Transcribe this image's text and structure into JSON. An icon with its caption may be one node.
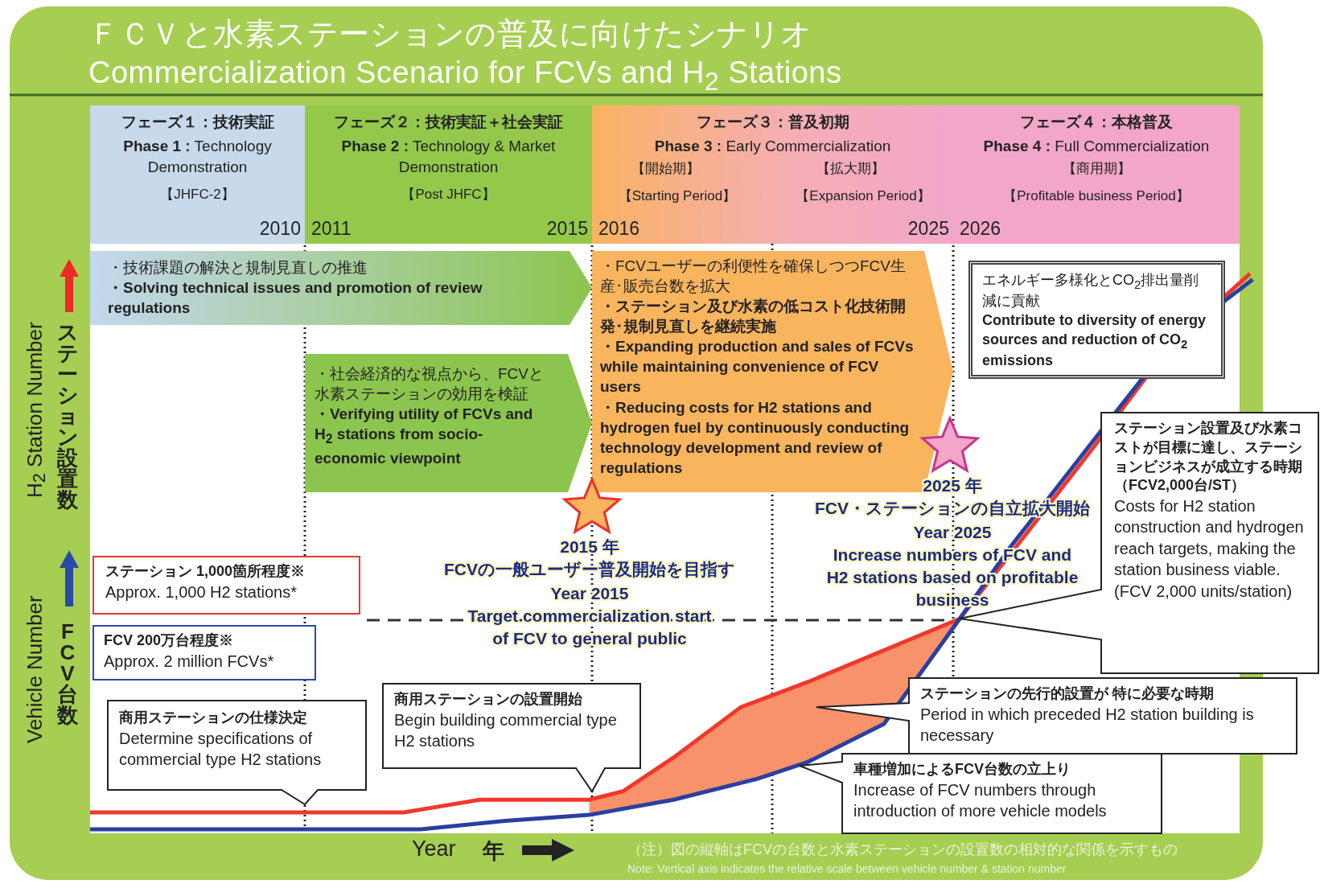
{
  "diagram": {
    "title": "ＦＣＶと水素ステーションの普及に向けたシナリオ Commercialization Scenario for FCVs and H$_{2}$ Stations",
    "nodes": [
      {
        "text": [
          "フェーズ１：技術実証",
          "**Phase 1 :** Technology Demonstration",
          "【JHFC-2】",
          "2010"
        ]
      },
      {
        "text": [
          "フェーズ２：技術実証＋社会実証",
          "**Phase 2 :** Technology & Market Demonstration",
          "【Post JHFC】",
          "2011",
          "2015"
        ]
      },
      {
        "text": [
          "フェーズ３：普及初期",
          "**Phase 3 :** Early Commercialization",
          "【開始期】",
          "【拡大期】",
          "【Starting Period】",
          "【Expansion Period】",
          "2016",
          "2025"
        ]
      },
      {
        "text": [
          "フェーズ４：本格普及",
          "**Phase 4 :** Full Commercialization",
          "【商用期】",
          "【Profitable business Period】",
          "2026"
        ]
      },
      {
        "text": [
          "・技術課題の解決と規制見直しの推進",
          "・Solving technical issues and promotion of review regulations"
        ]
      },
      {
        "text": [
          "・社会経済的な視点から、FCVと水素ステーションの効用を検証",
          "・Verifying utility of FCVs and H$_{2}$ stations from socio-economic viewpoint"
        ]
      },
      {
        "text": [
          "・FCVユーザーの利便性を確保しつつFCV生産･販売台数を拡大",
          "・ステーション及び水素の低コスト化技術開発･規制見直しを継続実施",
          "・Expanding production and sales of FCVs while maintaining convenience of FCV users",
          "・Reducing costs for H2 stations and hydrogen fuel by continuously conducting technology development and review of regulations"
        ]
      },
      {
        "text": [
          "エネルギー多様化とCO$_{2}$排出量削減に貢献",
          "Contribute to diversity of energy sources and reduction of CO$_{2}$ emissions"
        ]
      },
      {
        "text": [
          "ステーション 1,000箇所程度※",
          "Approx. 1,000 H2 stations*"
        ]
      },
      {
        "text": [
          "FCV 200万台程度※",
          "Approx. 2 million FCVs*"
        ]
      },
      {
        "text": [
          "商用ステーションの仕様決定",
          "Determine specifications of commercial type H2 stations"
        ]
      },
      {
        "text": [
          "商用ステーションの設置開始",
          "Begin building commercial type H2 stations"
        ]
      },
      {
        "text": [
          "ステーション設置及び水素コストが目標に達し、ステーションビジネスが成立する時期",
          "（FCV2,000台/ST）",
          "Costs for H2 station construction and hydrogen reach targets, making the station business viable.",
          "(FCV 2,000 units/station)"
        ]
      },
      {
        "text": [
          "ステーションの先行的設置が 特に必要な時期",
          "Period in which preceded H2 station building is necessary"
        ]
      },
      {
        "text": [
          "車種増加によるFCV台数の立上り",
          "Increase of FCV numbers through introduction of more vehicle models"
        ]
      },
      {
        "text": [],
        "shape": "star",
        "beside": [
          "2015 年",
          "FCVの一般ユーザー普及開始を目指す",
          "Year 2015",
          "Target commercialization start of FCV to general public"
        ]
      },
      {
        "text": [],
        "shape": "star"
      }
    ],
    "labels": [
      "H$_{2}$ Station Number",
      "ステーション設置数",
      "Vehicle Number",
      "FCV台数",
      "2025 年",
      "FCV・ステーションの自立拡大開始",
      "Year 2025",
      "Increase numbers of FCV and H2 stations based on profitable business",
      "Year",
      "年",
      "（注）図の縦軸はFCVの台数と水素ステーションの設置数の相対的な関係を示すもの",
      "Note: Vertical axis indicates the relative scale between vehicle number & station number"
    ]
  }
}
